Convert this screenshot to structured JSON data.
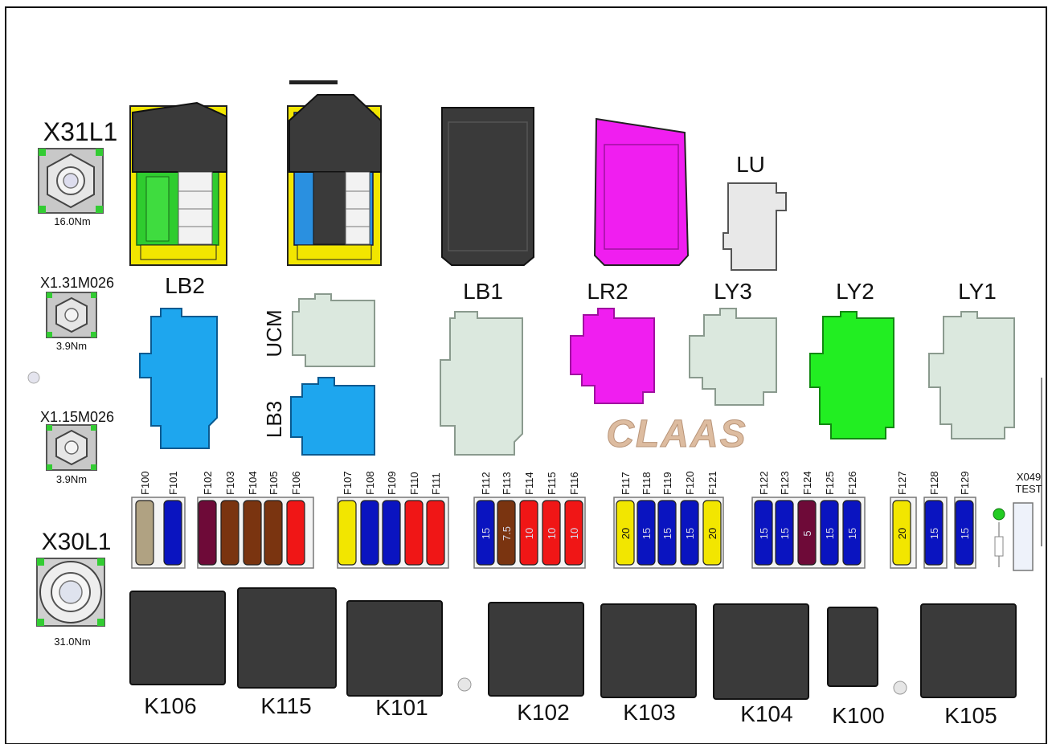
{
  "studs": [
    {
      "id": "x31l1",
      "label": "X31L1",
      "torque": "16.0Nm"
    },
    {
      "id": "x131",
      "label": "X1.31M026",
      "torque": "3.9Nm"
    },
    {
      "id": "x115",
      "label": "X1.15M026",
      "torque": "3.9Nm"
    },
    {
      "id": "x30l1",
      "label": "X30L1",
      "torque": "31.0Nm"
    }
  ],
  "connectors": {
    "lb2": "LB2",
    "lu": "LU",
    "ucm": "UCM",
    "lb3": "LB3",
    "lb1": "LB1",
    "lr2": "LR2",
    "ly3": "LY3",
    "ly2": "LY2",
    "ly1": "LY1"
  },
  "brand": "CLAAS",
  "test_port": {
    "line1": "X049",
    "line2": "TEST"
  },
  "colors": {
    "yellow": "#f2e600",
    "blue": "#0a14c0",
    "red": "#f01616",
    "brown": "#7a3410",
    "maroon": "#6e0a38",
    "tan": "#b0a282",
    "magenta": "#f01ef0",
    "green": "#22ee22",
    "lightblue": "#1ea6ee",
    "pale": "#dbe8de",
    "dark": "#3a3a3a"
  },
  "fuses": [
    {
      "label": "F100",
      "color": "tan",
      "amp": ""
    },
    {
      "label": "F101",
      "color": "blue",
      "amp": ""
    },
    {
      "label": "F102",
      "color": "maroon",
      "amp": ""
    },
    {
      "label": "F103",
      "color": "brown",
      "amp": ""
    },
    {
      "label": "F104",
      "color": "brown",
      "amp": ""
    },
    {
      "label": "F105",
      "color": "brown",
      "amp": ""
    },
    {
      "label": "F106",
      "color": "red",
      "amp": ""
    },
    {
      "label": "F107",
      "color": "yellow",
      "amp": ""
    },
    {
      "label": "F108",
      "color": "blue",
      "amp": ""
    },
    {
      "label": "F109",
      "color": "blue",
      "amp": ""
    },
    {
      "label": "F110",
      "color": "red",
      "amp": ""
    },
    {
      "label": "F111",
      "color": "red",
      "amp": ""
    },
    {
      "label": "F112",
      "color": "blue",
      "amp": "15"
    },
    {
      "label": "F113",
      "color": "brown",
      "amp": "7.5"
    },
    {
      "label": "F114",
      "color": "red",
      "amp": "10"
    },
    {
      "label": "F115",
      "color": "red",
      "amp": "10"
    },
    {
      "label": "F116",
      "color": "red",
      "amp": "10"
    },
    {
      "label": "F117",
      "color": "yellow",
      "amp": "20"
    },
    {
      "label": "F118",
      "color": "blue",
      "amp": "15"
    },
    {
      "label": "F119",
      "color": "blue",
      "amp": "15"
    },
    {
      "label": "F120",
      "color": "blue",
      "amp": "15"
    },
    {
      "label": "F121",
      "color": "yellow",
      "amp": "20"
    },
    {
      "label": "F122",
      "color": "blue",
      "amp": "15"
    },
    {
      "label": "F123",
      "color": "blue",
      "amp": "15"
    },
    {
      "label": "F124",
      "color": "maroon",
      "amp": "5"
    },
    {
      "label": "F125",
      "color": "blue",
      "amp": "15"
    },
    {
      "label": "F126",
      "color": "blue",
      "amp": "15"
    },
    {
      "label": "F127",
      "color": "yellow",
      "amp": "20"
    },
    {
      "label": "F128",
      "color": "blue",
      "amp": "15"
    },
    {
      "label": "F129",
      "color": "blue",
      "amp": "15"
    }
  ],
  "relays": [
    {
      "id": "k106",
      "label": "K106"
    },
    {
      "id": "k115",
      "label": "K115"
    },
    {
      "id": "k101",
      "label": "K101"
    },
    {
      "id": "k102",
      "label": "K102"
    },
    {
      "id": "k103",
      "label": "K103"
    },
    {
      "id": "k104",
      "label": "K104"
    },
    {
      "id": "k100",
      "label": "K100"
    },
    {
      "id": "k105",
      "label": "K105"
    }
  ]
}
